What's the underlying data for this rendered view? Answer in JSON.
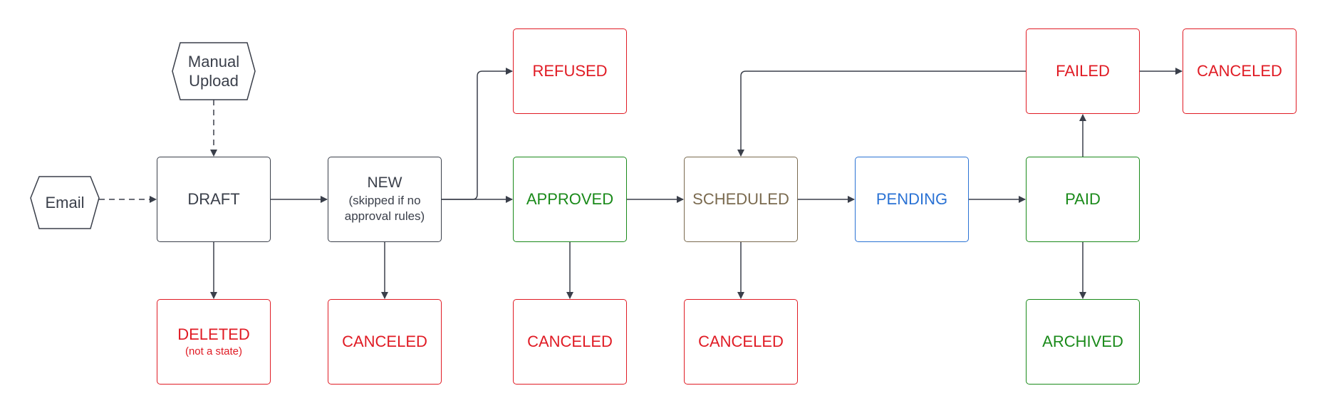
{
  "colors": {
    "edge": "#3a3f4a",
    "neutral_text": "#3a3f4a",
    "red": "#e01b24",
    "green": "#1a8a1a",
    "blue": "#2a72d4",
    "olive": "#7a6a4f"
  },
  "nodes": {
    "email": {
      "label": "Email"
    },
    "manual_upload": {
      "line1": "Manual",
      "line2": "Upload"
    },
    "draft": {
      "label": "DRAFT"
    },
    "new": {
      "label": "NEW",
      "note_line1": "(skipped if no",
      "note_line2": "approval rules)"
    },
    "refused": {
      "label": "REFUSED"
    },
    "approved": {
      "label": "APPROVED"
    },
    "scheduled": {
      "label": "SCHEDULED"
    },
    "pending": {
      "label": "PENDING"
    },
    "paid": {
      "label": "PAID"
    },
    "failed": {
      "label": "FAILED"
    },
    "canceled_failed": {
      "label": "CANCELED"
    },
    "deleted": {
      "label": "DELETED",
      "note": "(not a state)"
    },
    "canceled_new": {
      "label": "CANCELED"
    },
    "canceled_approved": {
      "label": "CANCELED"
    },
    "canceled_scheduled": {
      "label": "CANCELED"
    },
    "archived": {
      "label": "ARCHIVED"
    }
  }
}
